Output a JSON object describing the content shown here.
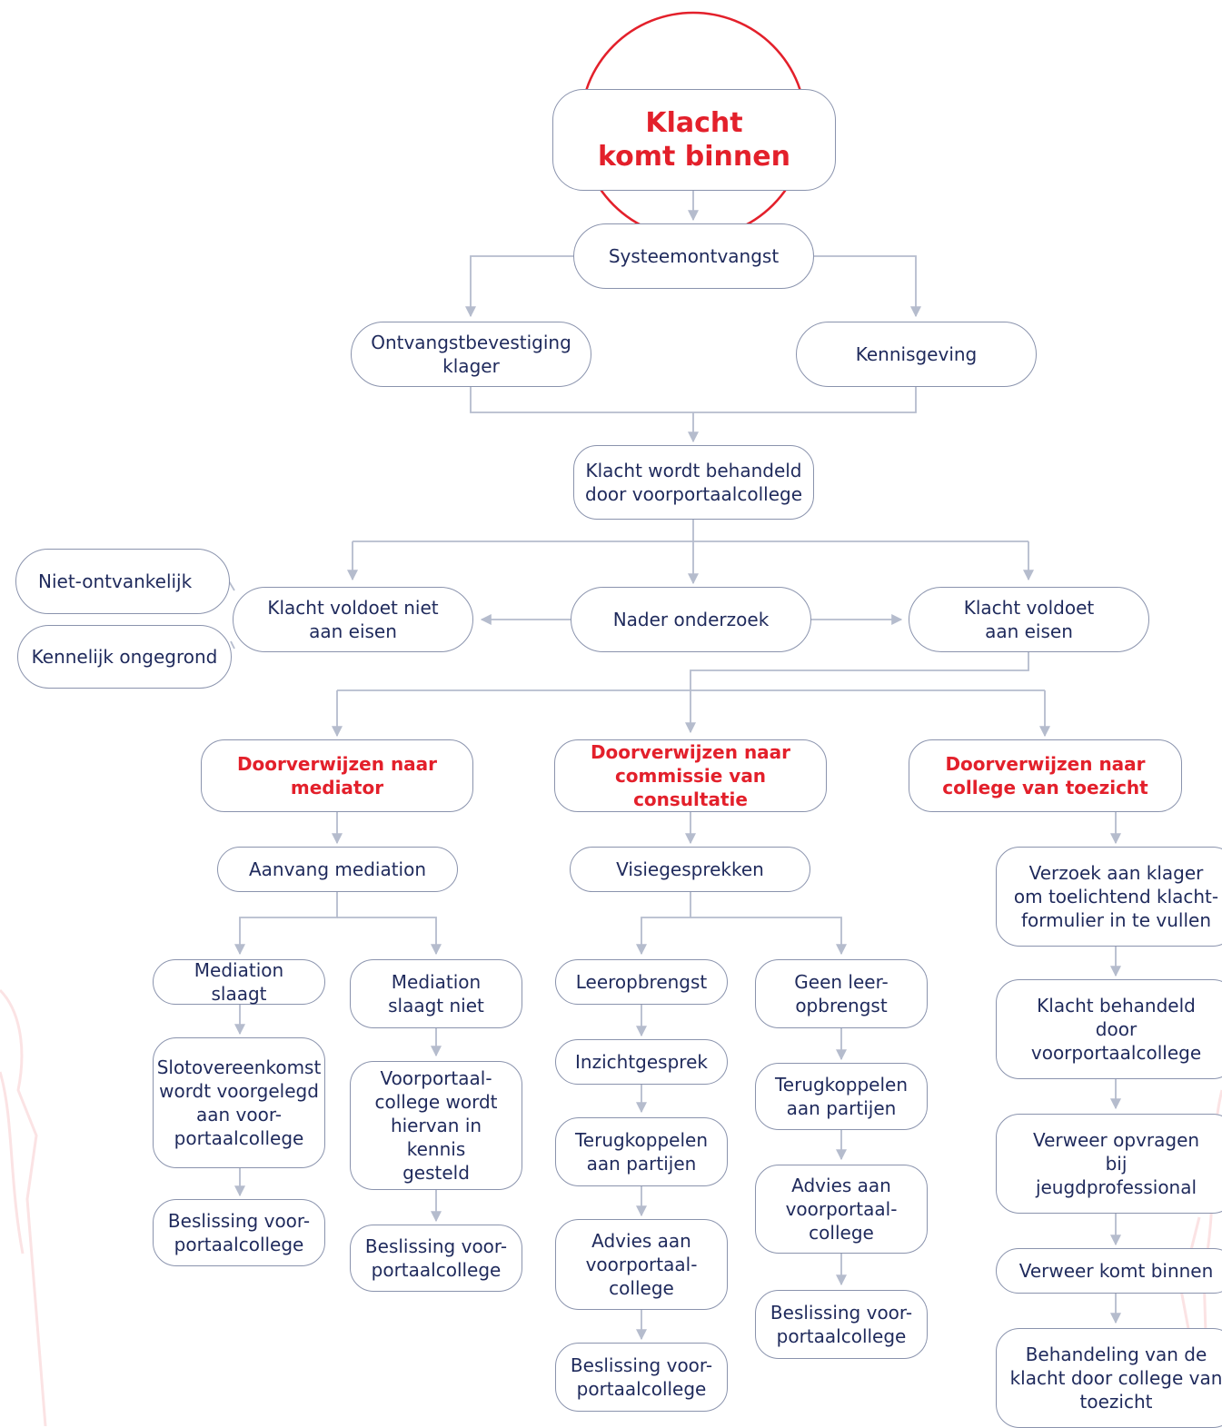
{
  "colors": {
    "accent": "#e3202b",
    "text": "#1f2a5c",
    "border": "#8a93ad",
    "connector": "#b5bccd"
  },
  "nodes": {
    "start": "Klacht\nkomt binnen",
    "systeemontvangst": "Systeemontvangst",
    "ontvangstbevestiging": "Ontvangstbevestiging\nklager",
    "kennisgeving": "Kennisgeving",
    "behandeld_voorportaal": "Klacht wordt behandeld\ndoor voorportaalcollege",
    "niet_ontvankelijk": "Niet-ontvankelijk",
    "kennelijk_ongegrond": "Kennelijk ongegrond",
    "voldoet_niet": "Klacht voldoet niet\naan eisen",
    "nader_onderzoek": "Nader onderzoek",
    "voldoet": "Klacht voldoet\naan eisen",
    "ref_mediator": "Doorverwijzen naar\nmediator",
    "ref_commissie": "Doorverwijzen naar\ncommissie van consultatie",
    "ref_toezicht": "Doorverwijzen naar\ncollege van toezicht",
    "aanvang_mediation": "Aanvang mediation",
    "mediation_slaagt": "Mediation slaagt",
    "mediation_slaagt_niet": "Mediation\nslaagt niet",
    "slotovereenkomst": "Slotovereenkomst\nwordt voorgelegd\naan voor-\nportaalcollege",
    "voorportaal_kennis": "Voorportaal-\ncollege wordt\nhiervan in kennis\ngesteld",
    "beslissing_1": "Beslissing voor-\nportaalcollege",
    "beslissing_2": "Beslissing voor-\nportaalcollege",
    "visiegesprekken": "Visiegesprekken",
    "leeropbrengst": "Leeropbrengst",
    "geen_leeropbrengst": "Geen leer-\nopbrengst",
    "inzichtgesprek": "Inzichtgesprek",
    "terugkoppelen_1": "Terugkoppelen\naan partijen",
    "advies_1": "Advies aan\nvoorportaal-\ncollege",
    "beslissing_3": "Beslissing voor-\nportaalcollege",
    "terugkoppelen_2": "Terugkoppelen\naan partijen",
    "advies_2": "Advies aan\nvoorportaal-\ncollege",
    "beslissing_4": "Beslissing voor-\nportaalcollege",
    "verzoek_klager": "Verzoek aan klager\nom toelichtend klacht-\nformulier in te vullen",
    "klacht_behandeld": "Klacht behandeld\ndoor\nvoorportaalcollege",
    "verweer_opvragen": "Verweer opvragen\nbij\njeugdprofessional",
    "verweer_binnen": "Verweer komt binnen",
    "behandeling_toezicht": "Behandeling van de\nklacht door college van\ntoezicht"
  }
}
